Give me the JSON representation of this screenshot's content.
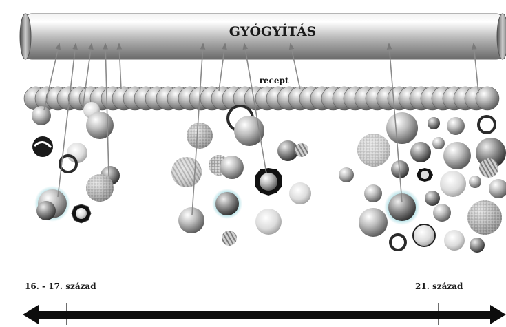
{
  "title": "GYÓGYÍTÁS",
  "chain_label": "recept",
  "timeline": {
    "start_label": "16. - 17. század",
    "end_label": "21. század"
  }
}
